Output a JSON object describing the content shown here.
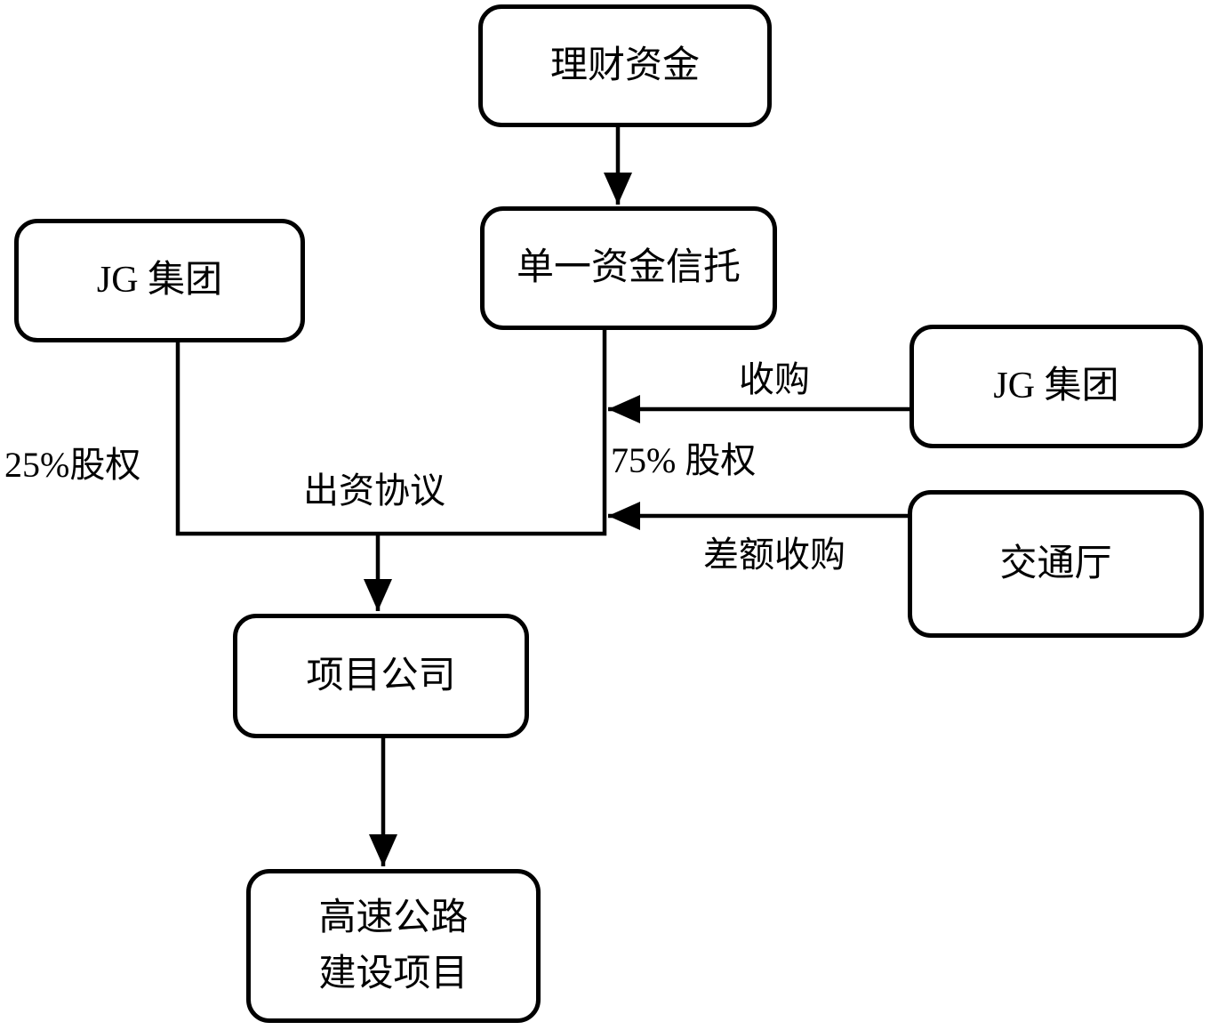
{
  "diagram": {
    "nodes": {
      "wealth_funds": "理财资金",
      "single_fund_trust": "单一资金信托",
      "jg_group_left": "JG 集团",
      "jg_group_right": "JG 集团",
      "transport_department": "交通厅",
      "project_company": "项目公司",
      "highway_project": "高速公路\n建设项目"
    },
    "edge_labels": {
      "acquisition": "收购",
      "equity_75": "75% 股权",
      "equity_25": "25%股权",
      "capital_contribution_agreement": "出资协议",
      "shortfall_acquisition": "差额收购"
    },
    "colors": {
      "line": "#000000",
      "background": "#ffffff"
    }
  }
}
